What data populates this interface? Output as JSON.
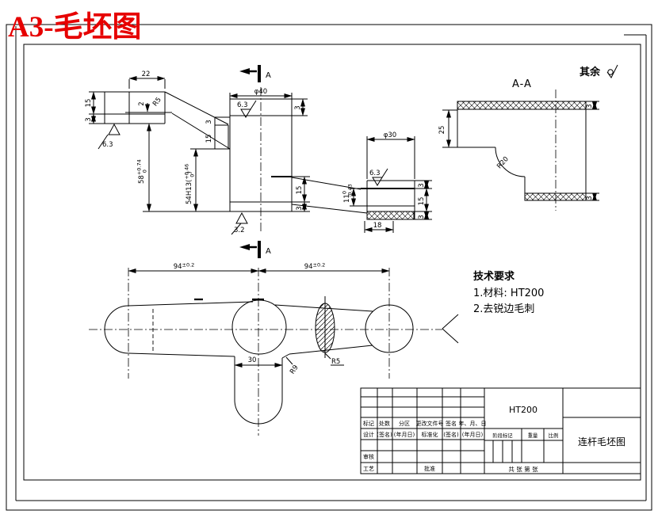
{
  "page_title": "A3-毛坯图",
  "general_note": {
    "text": "其余"
  },
  "section_view": {
    "label": "A-A"
  },
  "cutting_plane": {
    "top_label": "A",
    "bottom_label": "A"
  },
  "tech_requirements": {
    "title": "技术要求",
    "items": [
      "1.材料: HT200",
      "2.去锐边毛刺"
    ]
  },
  "dims": {
    "front": {
      "d22": "22",
      "d15_left": "15",
      "d3_left": "3",
      "d2": "2",
      "r5": "R5",
      "phi40": "φ40",
      "d3_boss_top": "3",
      "d3_step": "3",
      "d15_step": "15",
      "d58": {
        "v": "58",
        "up": "+0.74",
        "dn": "0"
      },
      "d54": {
        "pre": "54H13(",
        "up": "+0.46",
        "dn": "0",
        "post": ")"
      },
      "d15_boss_bottom": "15",
      "d3_boss_bottom": "3",
      "phi30": "φ30",
      "d11": {
        "v": "11",
        "up": "0",
        "dn": "-0.43"
      },
      "d3_right_top": "3",
      "d15_right": "15",
      "d3_right_bottom": "3",
      "d18": "18",
      "ra_flange": "6.3",
      "ra_boss": "6.3",
      "ra_right": "6.3",
      "ra_bottom": "3.2"
    },
    "section": {
      "d25": "25",
      "r20": "R20",
      "d3_top": "3",
      "d3_bottom": "3"
    },
    "plan": {
      "d94_left": {
        "v": "94",
        "tol": "±0.2"
      },
      "d94_right": {
        "v": "94",
        "tol": "±0.2"
      },
      "d30": "30",
      "r5": "R5",
      "r9": "R9"
    }
  },
  "title_block": {
    "material": "HT200",
    "drawing_name": "连杆毛坯图",
    "change_row": [
      "标记",
      "处数",
      "分区",
      "更改文件号",
      "签名",
      "年、月、日"
    ],
    "sign_row": [
      "设计",
      "(签名)",
      "(年月日)",
      "标准化",
      "(签名)",
      "(年月日)"
    ],
    "check_label": "审核",
    "process_label": "工艺",
    "approve_label": "批准",
    "stage_headers": [
      "阶段标记",
      "重量",
      "比例"
    ],
    "pages_label": "共  张  第  张"
  }
}
